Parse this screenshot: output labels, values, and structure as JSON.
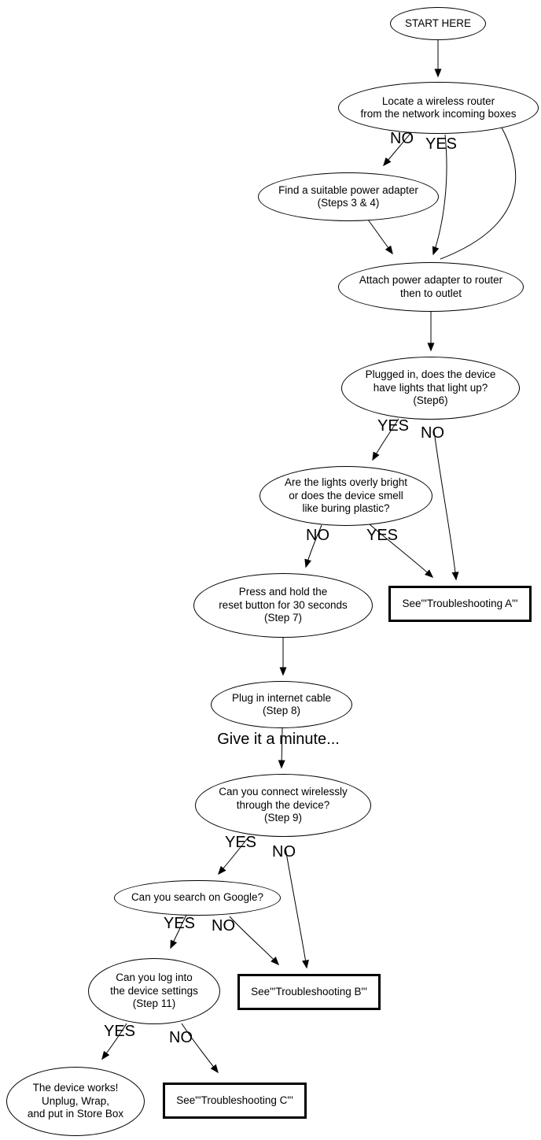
{
  "diagram": {
    "title": "Router setup troubleshooting flowchart",
    "background_color": "#ffffff",
    "stroke_color": "#000000",
    "nodes": {
      "start": {
        "label": "START HERE"
      },
      "locate": {
        "label": "Locate a wireless router\nfrom the network incoming boxes"
      },
      "find_adapter": {
        "label": "Find a suitable power adapter\n(Steps 3 & 4)"
      },
      "attach_adapter": {
        "label": "Attach power adapter to router\nthen to outlet"
      },
      "lights_up": {
        "label": "Plugged in, does the device\nhave lights that light up?\n(Step6)"
      },
      "lights_bright": {
        "label": "Are the lights overly bright\nor does the device smell\nlike buring plastic?"
      },
      "reset_button": {
        "label": "Press and hold the\nreset button for 30 seconds\n(Step 7)"
      },
      "trouble_a": {
        "label": "See\"'Troubleshooting A\"'"
      },
      "internet_cable": {
        "label": "Plug in internet cable\n(Step 8)"
      },
      "connect_wireless": {
        "label": "Can you connect wirelessly\nthrough the device?\n(Step 9)"
      },
      "google_search": {
        "label": "Can you search on Google?"
      },
      "device_settings": {
        "label": "Can you log into\nthe device settings\n(Step 11)"
      },
      "trouble_b": {
        "label": "See\"'Troubleshooting B\"'"
      },
      "device_works": {
        "label": "The device works!\nUnplug,  Wrap,\nand put in Store Box"
      },
      "trouble_c": {
        "label": "See\"'Troubleshooting C\"'"
      }
    },
    "edge_labels": {
      "locate_no": "NO",
      "locate_yes": "YES",
      "lightsup_yes": "YES",
      "lightsup_no": "NO",
      "bright_no": "NO",
      "bright_yes": "YES",
      "give_minute": "Give it a minute...",
      "connect_yes": "YES",
      "connect_no": "NO",
      "google_yes": "YES",
      "google_no": "NO",
      "login_yes": "YES",
      "login_no": "NO"
    }
  }
}
